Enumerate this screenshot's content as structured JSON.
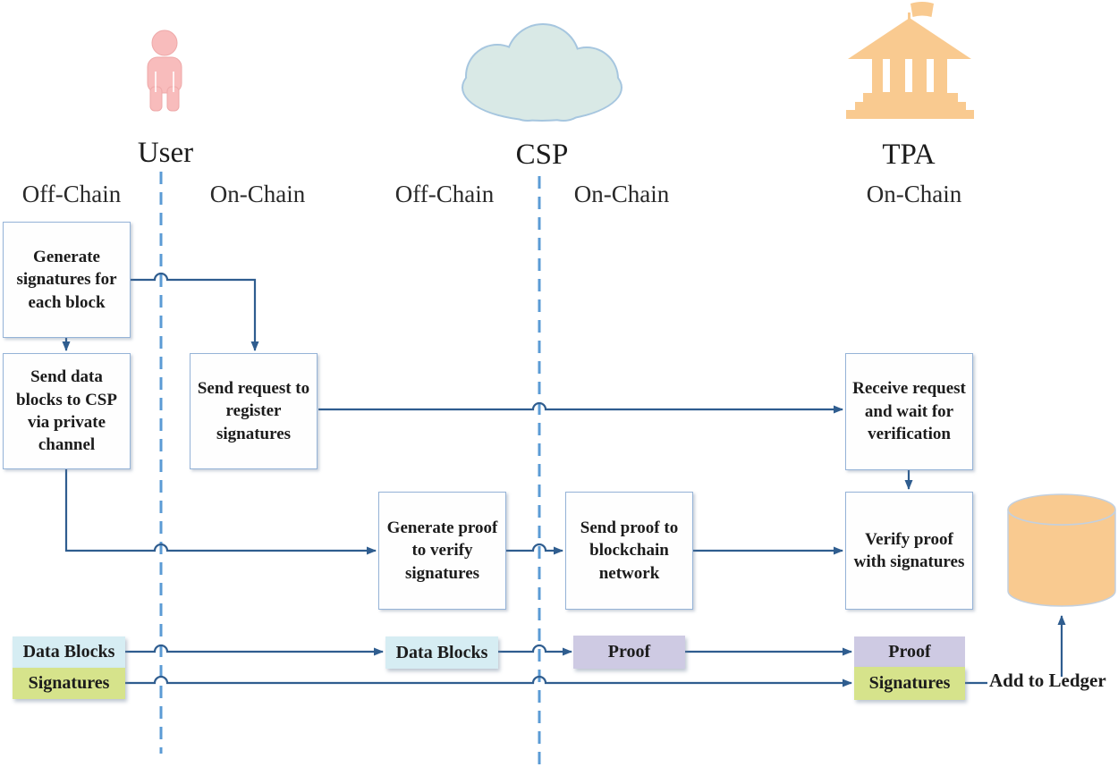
{
  "figure": {
    "entities": {
      "user": {
        "label": "User",
        "icon": "person-icon"
      },
      "csp": {
        "label": "CSP",
        "icon": "cloud-icon"
      },
      "tpa": {
        "label": "TPA",
        "icon": "bank-icon"
      }
    },
    "lanes": {
      "user_offchain": "Off-Chain",
      "user_onchain": "On-Chain",
      "csp_offchain": "Off-Chain",
      "csp_onchain": "On-Chain",
      "tpa_onchain": "On-Chain"
    },
    "steps": {
      "generate_signatures": "Generate signatures for each block",
      "send_data_blocks": "Send data blocks to CSP via private channel",
      "send_request": "Send request to register signatures",
      "generate_proof": "Generate proof to verify signatures",
      "send_proof": "Send proof to blockchain network",
      "receive_request": "Receive request and wait for verification",
      "verify_proof": "Verify proof with signatures"
    },
    "artifacts": {
      "user_data_blocks": "Data Blocks",
      "user_signatures": "Signatures",
      "csp_data_blocks": "Data Blocks",
      "csp_proof": "Proof",
      "tpa_proof": "Proof",
      "tpa_signatures": "Signatures"
    },
    "ledger_note": "Add to Ledger",
    "colors": {
      "arrow": "#2f5d8f",
      "lane_divider": "#5b9bd5",
      "box_border": "#95b3d7",
      "data_blocks_bg": "#d6edf3",
      "signatures_bg": "#d6e38b",
      "proof_bg": "#cecae3",
      "person": "#f8bcbc",
      "cloud": "#d9e9e6",
      "institution": "#f9ca90",
      "ledger_db": "#f9ca90"
    }
  }
}
